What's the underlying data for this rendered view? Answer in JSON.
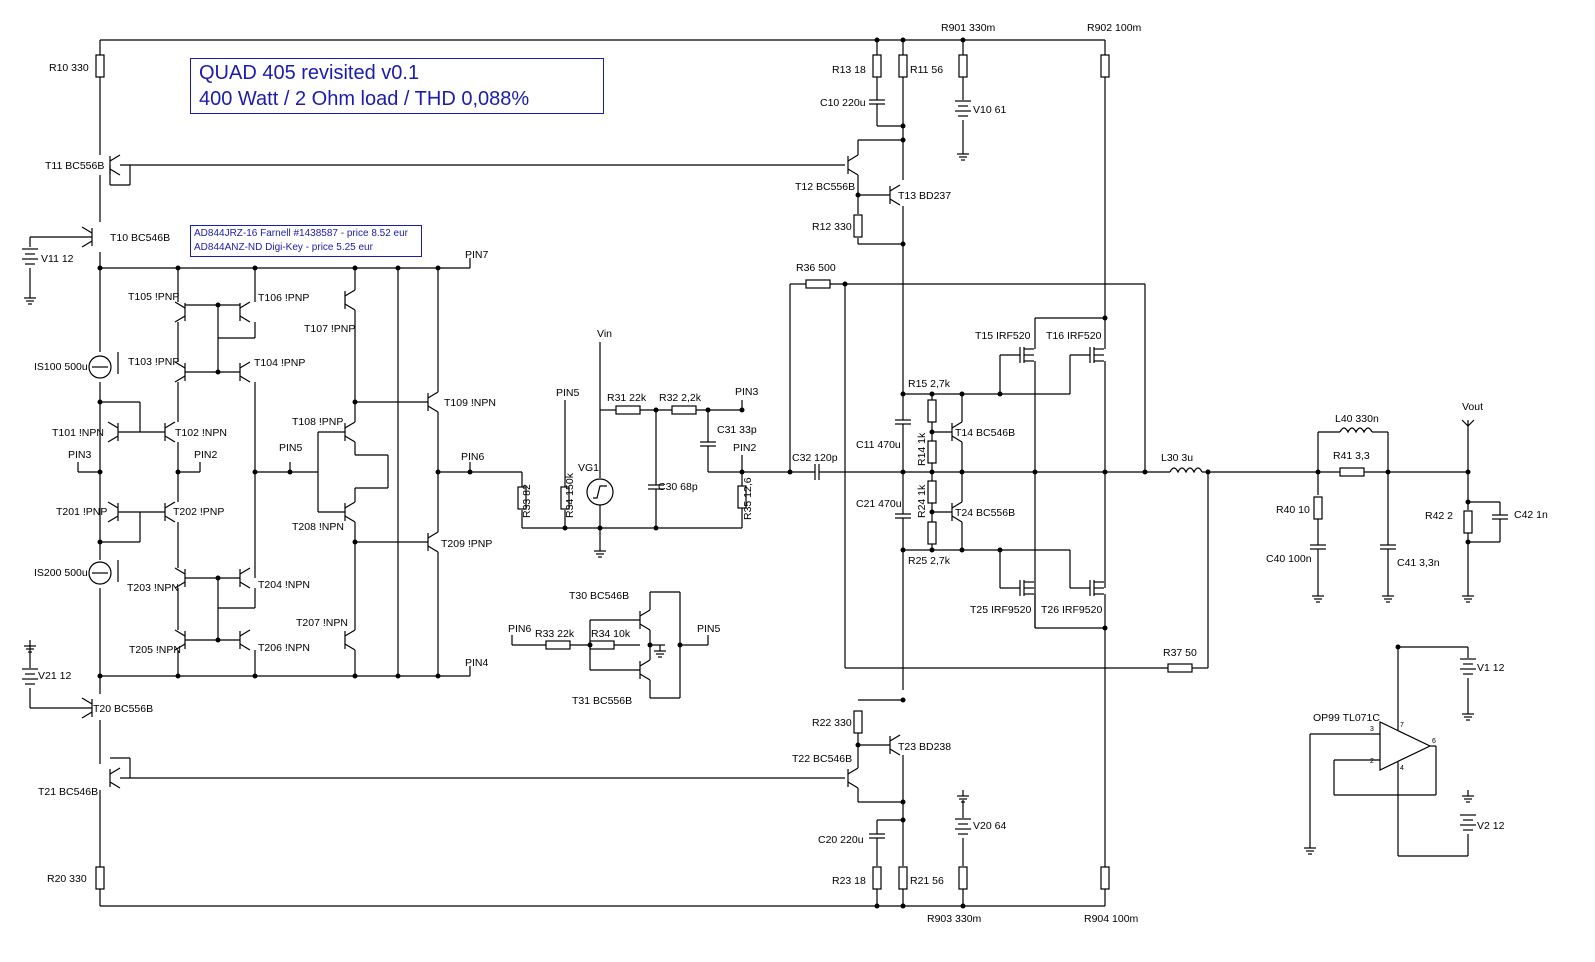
{
  "title": {
    "line1": "QUAD 405 revisited v0.1",
    "line2": "400 Watt / 2 Ohm load / THD 0,088%"
  },
  "note": {
    "line1": "AD844JRZ-16 Farnell #1438587 - price 8.52 eur",
    "line2": "AD844ANZ-ND Digi-Key - price 5.25 eur"
  },
  "colors": {
    "annotation": "#1b1bb0",
    "wire": "#000000"
  },
  "labels": {
    "R10": "R10 330",
    "T11": "T11 BC556B",
    "T10": "T10 BC546B",
    "V11": "V11 12",
    "IS100": "IS100 500u",
    "IS200": "IS200 500u",
    "V21": "V21 12",
    "T20": "T20 BC556B",
    "T21": "T21 BC546B",
    "R20": "R20 330",
    "T101": "T101 !NPN",
    "T102": "T102 !NPN",
    "T103": "T103 !PNP",
    "T104": "T104 !PNP",
    "T105": "T105 !PNP",
    "T106": "T106 !PNP",
    "T107": "T107 !PNP",
    "T108": "T108 !PNP",
    "T109": "T109 !NPN",
    "T201": "T201 !PNP",
    "T202": "T202 !PNP",
    "T203": "T203 !NPN",
    "T204": "T204 !NPN",
    "T205": "T205 !NPN",
    "T206": "T206 !NPN",
    "T207": "T207 !NPN",
    "T208": "T208 !NPN",
    "T209": "T209 !PNP",
    "PIN3a": "PIN3",
    "PIN2a": "PIN2",
    "PIN5a": "PIN5",
    "PIN6a": "PIN6",
    "PIN7": "PIN7",
    "PIN4": "PIN4",
    "Vin": "Vin",
    "PIN5b": "PIN5",
    "R31": "R31 22k",
    "R32": "R32 2,2k",
    "PIN3b": "PIN3",
    "C31": "C31 33p",
    "PIN2b": "PIN2",
    "VG1": "VG1",
    "R33": "R33 82",
    "R34": "R34 150k",
    "C30": "C30 68p",
    "R35": "R35 12,6",
    "T30": "T30 BC546B",
    "T31": "T31 BC556B",
    "PIN6b": "PIN6",
    "R33b": "R33 22k",
    "R34b": "R34 10k",
    "PIN5c": "PIN5",
    "R901": "R901 330m",
    "R902": "R902 100m",
    "R13": "R13 18",
    "R11": "R11 56",
    "C10": "C10 220u",
    "V10": "V10 61",
    "T12": "T12 BC556B",
    "T13": "T13 BD237",
    "R12": "R12 330",
    "R36": "R36 500",
    "T15": "T15 IRF520",
    "T16": "T16 IRF520",
    "R15": "R15 2,7k",
    "C11": "C11 470u",
    "R14": "R14 1k",
    "T14": "T14 BC546B",
    "C32": "C32 120p",
    "C21": "C21 470u",
    "R24": "R24 1k",
    "T24": "T24 BC556B",
    "R25": "R25 2,7k",
    "T25": "T25 IRF9520",
    "T26": "T26 IRF9520",
    "R37": "R37 50",
    "L30": "L30 3u",
    "L40": "L40 330n",
    "R41": "R41 3,3",
    "Vout": "Vout",
    "R40": "R40 10",
    "C40": "C40 100n",
    "C41": "C41 3,3n",
    "R42": "R42 2",
    "C42": "C42 1n",
    "V1": "V1 12",
    "V2": "V2 12",
    "OP99": "OP99 TL071C",
    "R22": "R22 330",
    "T22": "T22 BC546B",
    "T23": "T23 BD238",
    "V20": "V20 64",
    "C20": "C20 220u",
    "R23": "R23 18",
    "R21": "R21 56",
    "R903": "R903 330m",
    "R904": "R904 100m",
    "op3": "3",
    "op2": "2",
    "op6": "6",
    "op7": "7",
    "op4": "4"
  }
}
